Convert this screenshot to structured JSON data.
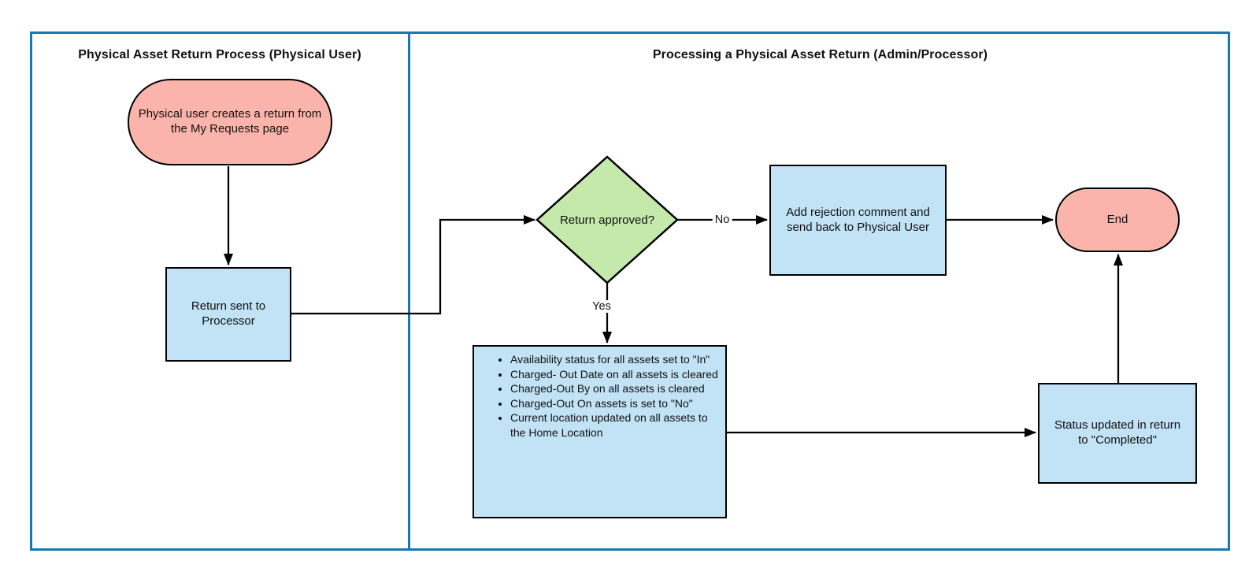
{
  "diagram": {
    "lanes": {
      "left_title": "Physical Asset Return Process (Physical User)",
      "right_title": "Processing a Physical Asset Return (Admin/Processor)"
    },
    "nodes": {
      "start": "Physical user creates a return from the My Requests page",
      "return_sent": "Return sent to Processor",
      "decision": "Return approved?",
      "reject": "Add rejection comment and send back to Physical User",
      "end": "End",
      "status": "Status updated in return to \"Completed\"",
      "asset_updates_items": [
        "Availability status for all assets set to \"In\"",
        "Charged- Out Date on all assets is cleared",
        "Charged-Out By on all assets is cleared",
        "Charged-Out On assets  is set to \"No\"",
        "Current location updated on all assets to the Home Location"
      ]
    },
    "edge_labels": {
      "no": "No",
      "yes": "Yes"
    },
    "colors": {
      "lane_border": "#1678B4",
      "terminator_fill": "#FBB4AB",
      "process_fill": "#C2E2F5",
      "decision_fill": "#C5E8AB",
      "shape_border": "#000000",
      "connector": "#000000"
    }
  }
}
